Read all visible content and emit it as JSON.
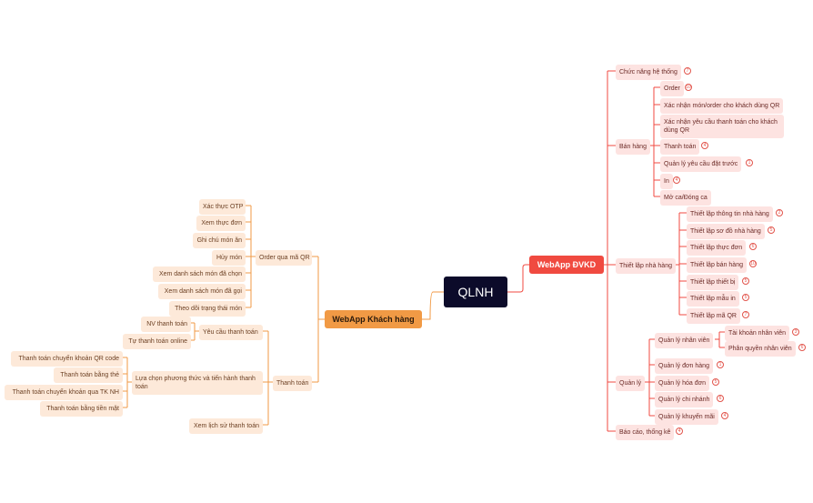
{
  "root": "QLNH",
  "right_branch": "WebApp ĐVKD",
  "left_branch": "WebApp Khách hàng",
  "right": {
    "chuc_nang": {
      "label": "Chức năng hệ thống",
      "count": "7"
    },
    "ban_hang": {
      "label": "Bán hàng",
      "items": [
        {
          "label": "Order",
          "count": "10"
        },
        {
          "label": "Xác nhận món/order cho khách dùng QR",
          "count": ""
        },
        {
          "label": "Xác nhận yêu cầu thanh toán cho khách dùng QR",
          "count": ""
        },
        {
          "label": "Thanh toán",
          "count": "4"
        },
        {
          "label": "Quản lý yêu cầu đặt trước",
          "count": "1"
        },
        {
          "label": "In",
          "count": "4"
        },
        {
          "label": "Mở ca/Đóng ca",
          "count": ""
        }
      ]
    },
    "thiet_lap": {
      "label": "Thiết lập nhà hàng",
      "items": [
        {
          "label": "Thiết lập thông tin nhà hàng",
          "count": "2"
        },
        {
          "label": "Thiết lập sơ đồ nhà hàng",
          "count": "5"
        },
        {
          "label": "Thiết lập thực đơn",
          "count": "6"
        },
        {
          "label": "Thiết lập bán hàng",
          "count": "10"
        },
        {
          "label": "Thiết lập thiết bị",
          "count": "5"
        },
        {
          "label": "Thiết lập mẫu in",
          "count": "5"
        },
        {
          "label": "Thiết lập mã QR",
          "count": "7"
        }
      ]
    },
    "quan_ly": {
      "label": "Quản lý",
      "nhan_vien": {
        "label": "Quản lý nhân viên",
        "items": [
          {
            "label": "Tài khoản nhân viên",
            "count": "3"
          },
          {
            "label": "Phân quyền nhân viên",
            "count": "6"
          }
        ]
      },
      "items": [
        {
          "label": "Quản lý đơn hàng",
          "count": "1"
        },
        {
          "label": "Quản lý hóa đơn",
          "count": "5"
        },
        {
          "label": "Quản lý chi nhánh",
          "count": "6"
        },
        {
          "label": "Quản lý khuyến mãi",
          "count": "4"
        }
      ]
    },
    "bao_cao": {
      "label": "Báo cáo, thống kê",
      "count": "4"
    }
  },
  "left": {
    "order_qr": {
      "label": "Order qua mã QR",
      "items": [
        "Xác thực OTP",
        "Xem thực đơn",
        "Ghi chú món ăn",
        "Hủy món",
        "Xem danh sách món đã chọn",
        "Xem danh sách món đã gọi",
        "Theo dõi trạng thái món"
      ]
    },
    "thanh_toan": {
      "label": "Thanh toán",
      "yeu_cau": {
        "label": "Yêu cầu thanh toán",
        "items": [
          "NV thanh toán",
          "Tự thanh toán online"
        ]
      },
      "lua_chon": {
        "label": "Lựa chọn phương thức và tiến hành thanh toán",
        "items": [
          "Thanh toán chuyển khoản QR code",
          "Thanh toán bằng thẻ",
          "Thanh toán chuyển khoản qua TK NH",
          "Thanh toán bằng tiền mặt"
        ]
      },
      "lich_su": "Xem lịch sử thanh toán"
    }
  }
}
